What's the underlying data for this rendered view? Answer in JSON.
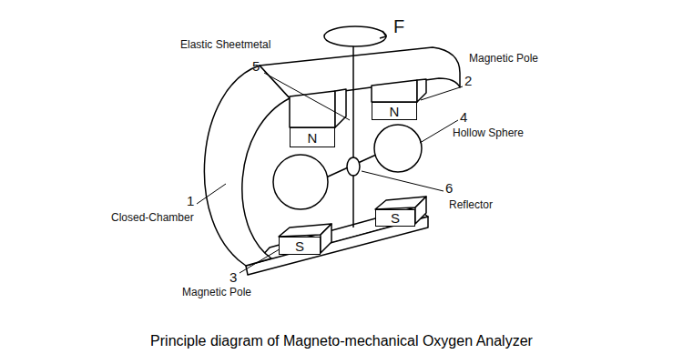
{
  "diagram": {
    "caption": "Principle diagram of Magneto-mechanical Oxygen Analyzer",
    "nodes": [
      {
        "text": [
          "N"
        ]
      },
      {
        "text": [
          "N"
        ]
      },
      {
        "text": [
          "S"
        ]
      },
      {
        "text": [
          "S"
        ]
      }
    ],
    "labels": [
      "F",
      "Elastic Sheetmetal",
      "5",
      "Magnetic Pole",
      "2",
      "4",
      "Hollow Sphere",
      "1",
      "6",
      "Closed-Chamber",
      "Reflector",
      "3",
      "Magnetic Pole"
    ]
  }
}
